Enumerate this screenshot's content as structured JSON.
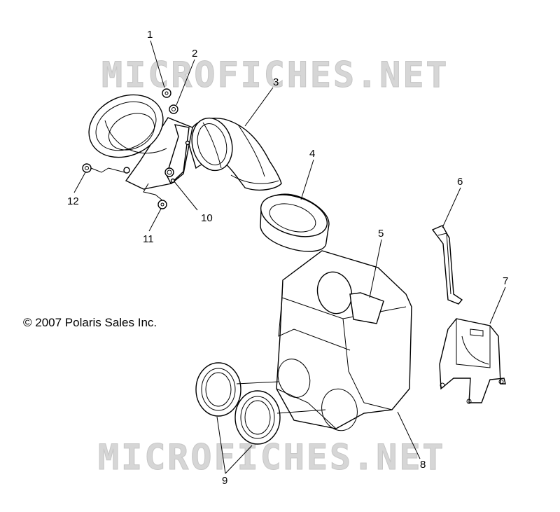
{
  "watermark": {
    "top_text": "MICROFICHES.NET",
    "bottom_text": "MICROFICHES.NET",
    "color": "#d6d6d6"
  },
  "copyright": "© 2007 Polaris Sales Inc.",
  "callouts": {
    "c1": "1",
    "c2": "2",
    "c3": "3",
    "c4": "4",
    "c5": "5",
    "c6": "6",
    "c7": "7",
    "c8": "8",
    "c9": "9",
    "c10": "10",
    "c11": "11",
    "c12": "12"
  }
}
